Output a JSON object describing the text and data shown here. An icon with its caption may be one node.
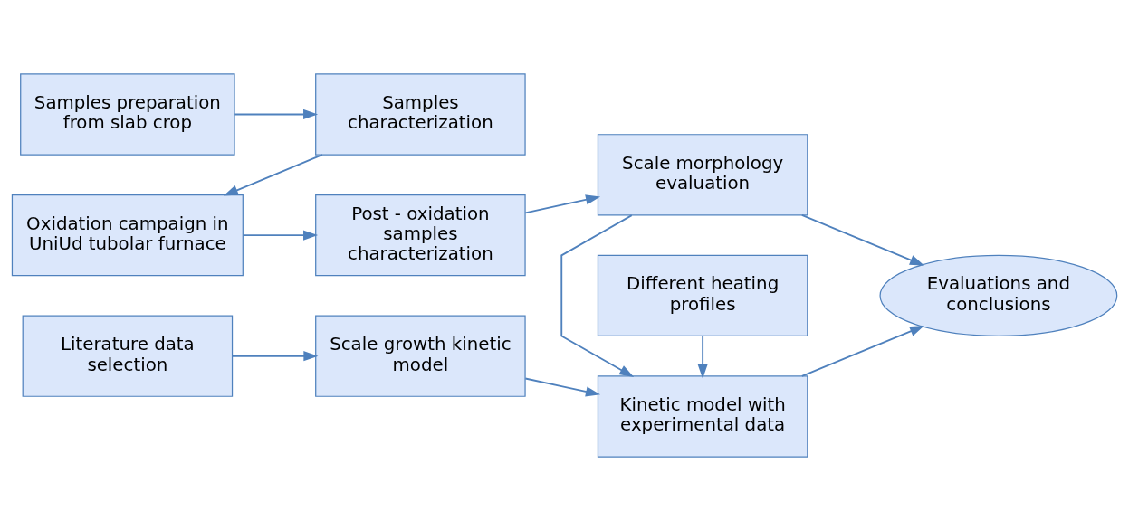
{
  "diagram": {
    "nodes": [
      {
        "text": [
          "Samples preparation from slab crop"
        ]
      },
      {
        "text": [
          "Samples characterization"
        ]
      },
      {
        "text": [
          "Oxidation campaign in UniUd tubolar furnace"
        ]
      },
      {
        "text": [
          "Post - oxidation samples characterization"
        ]
      },
      {
        "text": [
          "Scale morphology evaluation"
        ]
      },
      {
        "text": [
          "Evaluations and conclusions"
        ]
      },
      {
        "text": [
          "Literature data selection"
        ]
      },
      {
        "text": [
          "Scale growth kinetic model"
        ]
      },
      {
        "text": [
          "Kinetic model with experimental data"
        ]
      },
      {
        "text": [
          "Different heating profiles"
        ]
      }
    ],
    "edges": [
      {
        "from": 0,
        "to": 1,
        "arrow": "to"
      },
      {
        "from": 1,
        "to": 2,
        "arrow": "to"
      },
      {
        "from": 2,
        "to": 3,
        "arrow": "to"
      },
      {
        "from": 3,
        "to": 4,
        "arrow": "to"
      },
      {
        "from": 4,
        "to": 5,
        "arrow": "to"
      },
      {
        "from": 4,
        "to": 8,
        "arrow": "to"
      },
      {
        "from": 6,
        "to": 7,
        "arrow": "to"
      },
      {
        "from": 7,
        "to": 8,
        "arrow": "to"
      },
      {
        "from": 8,
        "to": 5,
        "arrow": "to"
      },
      {
        "from": 9,
        "to": 8,
        "arrow": "to"
      }
    ]
  }
}
